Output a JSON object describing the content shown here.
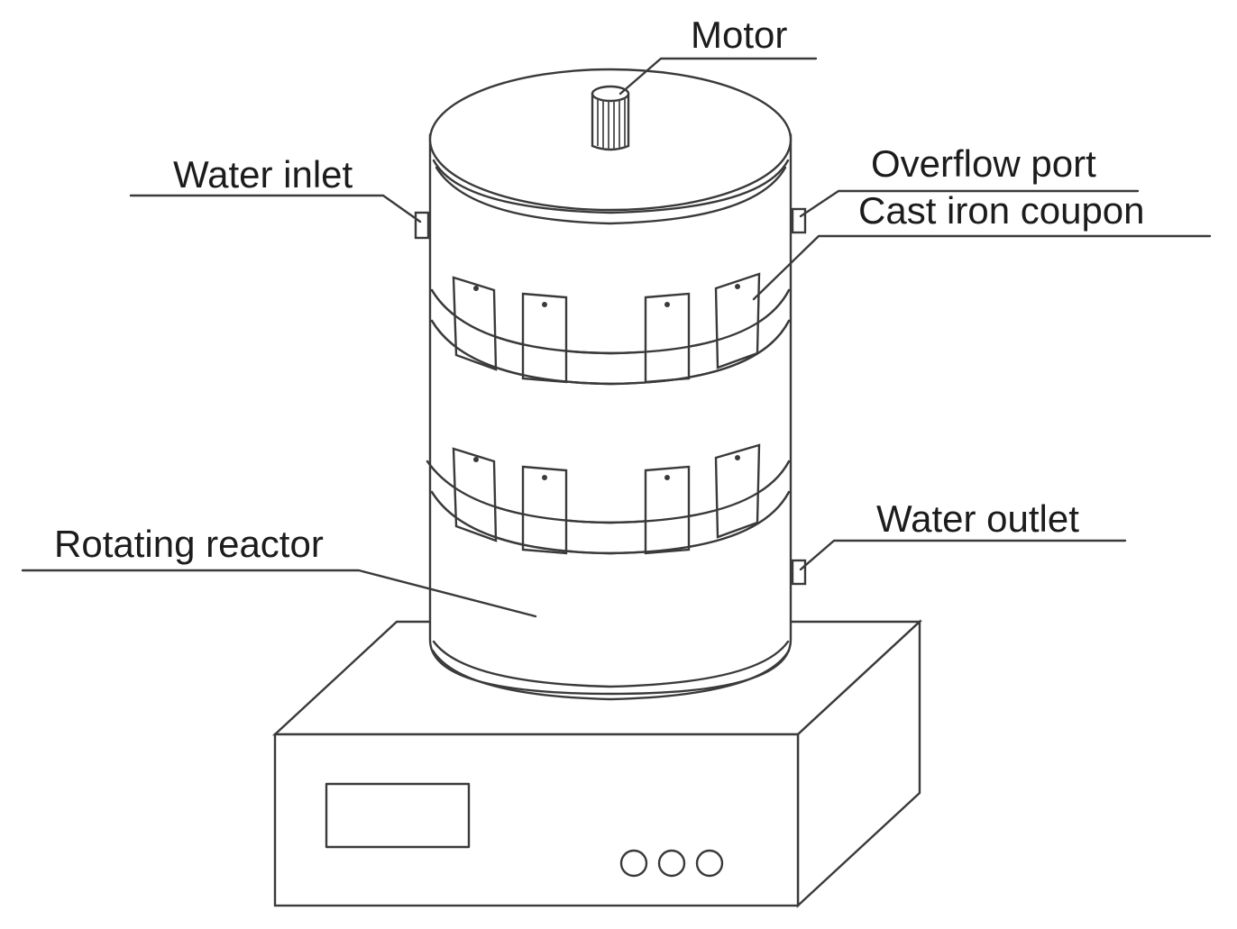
{
  "labels": {
    "motor": "Motor",
    "water_inlet": "Water inlet",
    "overflow_port": "Overflow port",
    "cast_iron_coupon": "Cast iron coupon",
    "water_outlet": "Water outlet",
    "rotating_reactor": "Rotating reactor"
  },
  "colors": {
    "line": "#3a3a3a",
    "text": "#1c1c1c",
    "background": "#ffffff"
  }
}
